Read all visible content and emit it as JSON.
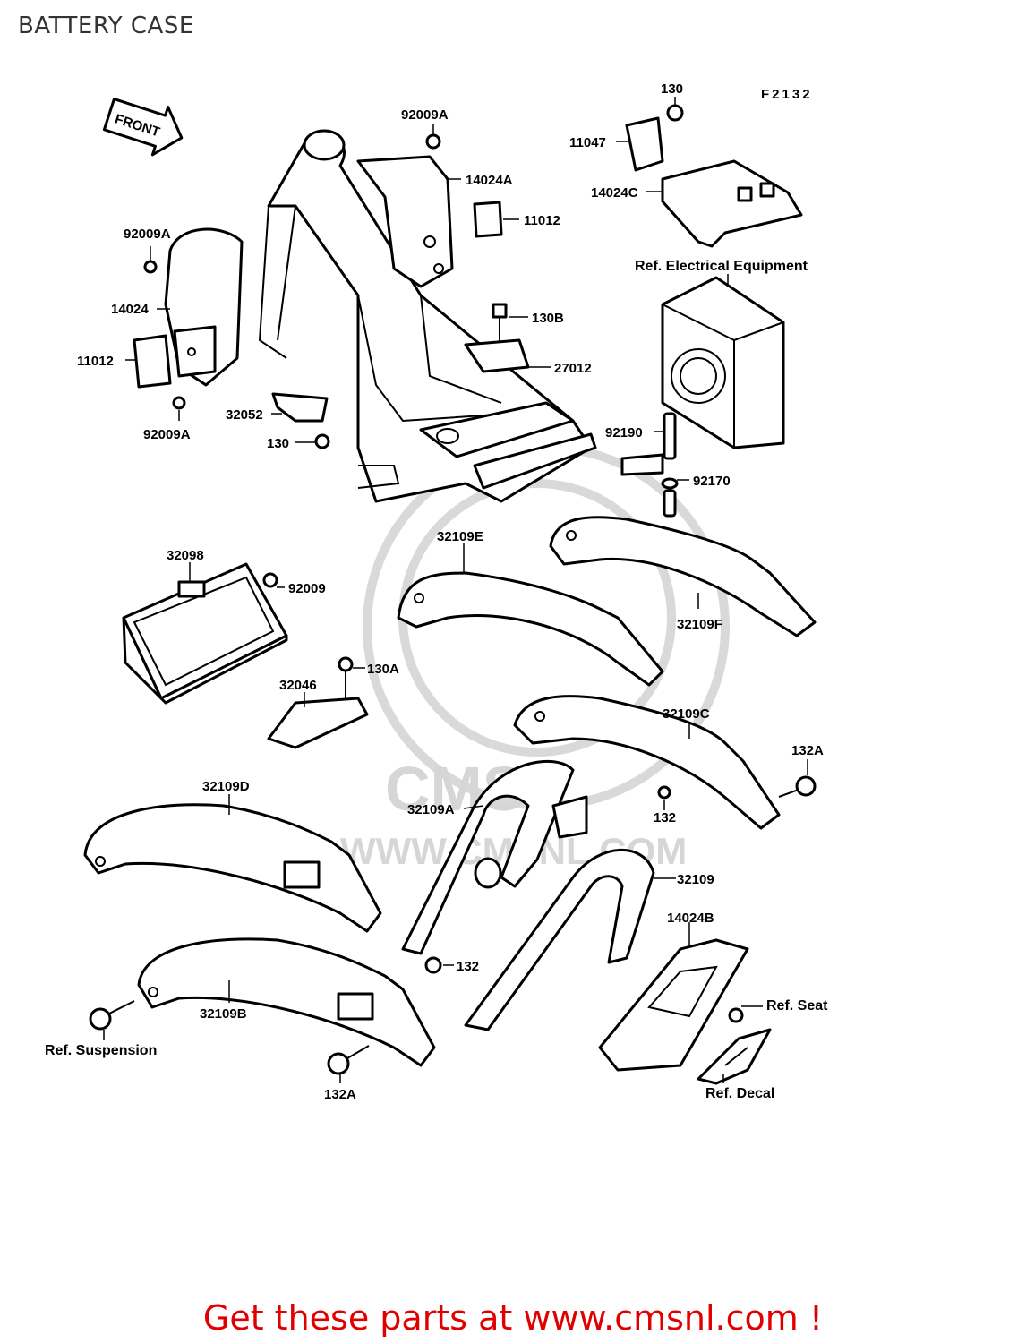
{
  "page_title": "BATTERY CASE",
  "figure_code": "F2132",
  "front_arrow": "FRONT",
  "watermark": "WWW.CMSNL.COM",
  "labels": {
    "l_92009A_top": "92009A",
    "l_14024A": "14024A",
    "l_11012_top": "11012",
    "l_92009A_left": "92009A",
    "l_14024": "14024",
    "l_11012_left": "11012",
    "l_92009A_bottom": "92009A",
    "l_32052": "32052",
    "l_130_mid": "130",
    "l_130B": "130B",
    "l_27012": "27012",
    "l_130_top": "130",
    "l_11047": "11047",
    "l_14024C": "14024C",
    "l_92190": "92190",
    "l_92170": "92170",
    "l_32098": "32098",
    "l_92009": "92009",
    "l_130A": "130A",
    "l_32046": "32046",
    "l_32109E": "32109E",
    "l_32109F": "32109F",
    "l_32109C": "32109C",
    "l_132A_right": "132A",
    "l_132_right": "132",
    "l_32109D": "32109D",
    "l_32109A": "32109A",
    "l_32109": "32109",
    "l_14024B": "14024B",
    "l_132_mid": "132",
    "l_32109B": "32109B",
    "l_132A_bottom": "132A"
  },
  "refs": {
    "electrical": "Ref. Electrical Equipment",
    "seat": "Ref. Seat",
    "suspension": "Ref. Suspension",
    "decal": "Ref. Decal"
  },
  "cta_text": "Get these parts at www.cmsnl.com !",
  "colors": {
    "cta": "#e00000",
    "title": "#333333",
    "watermark": "#d9d9d9"
  }
}
